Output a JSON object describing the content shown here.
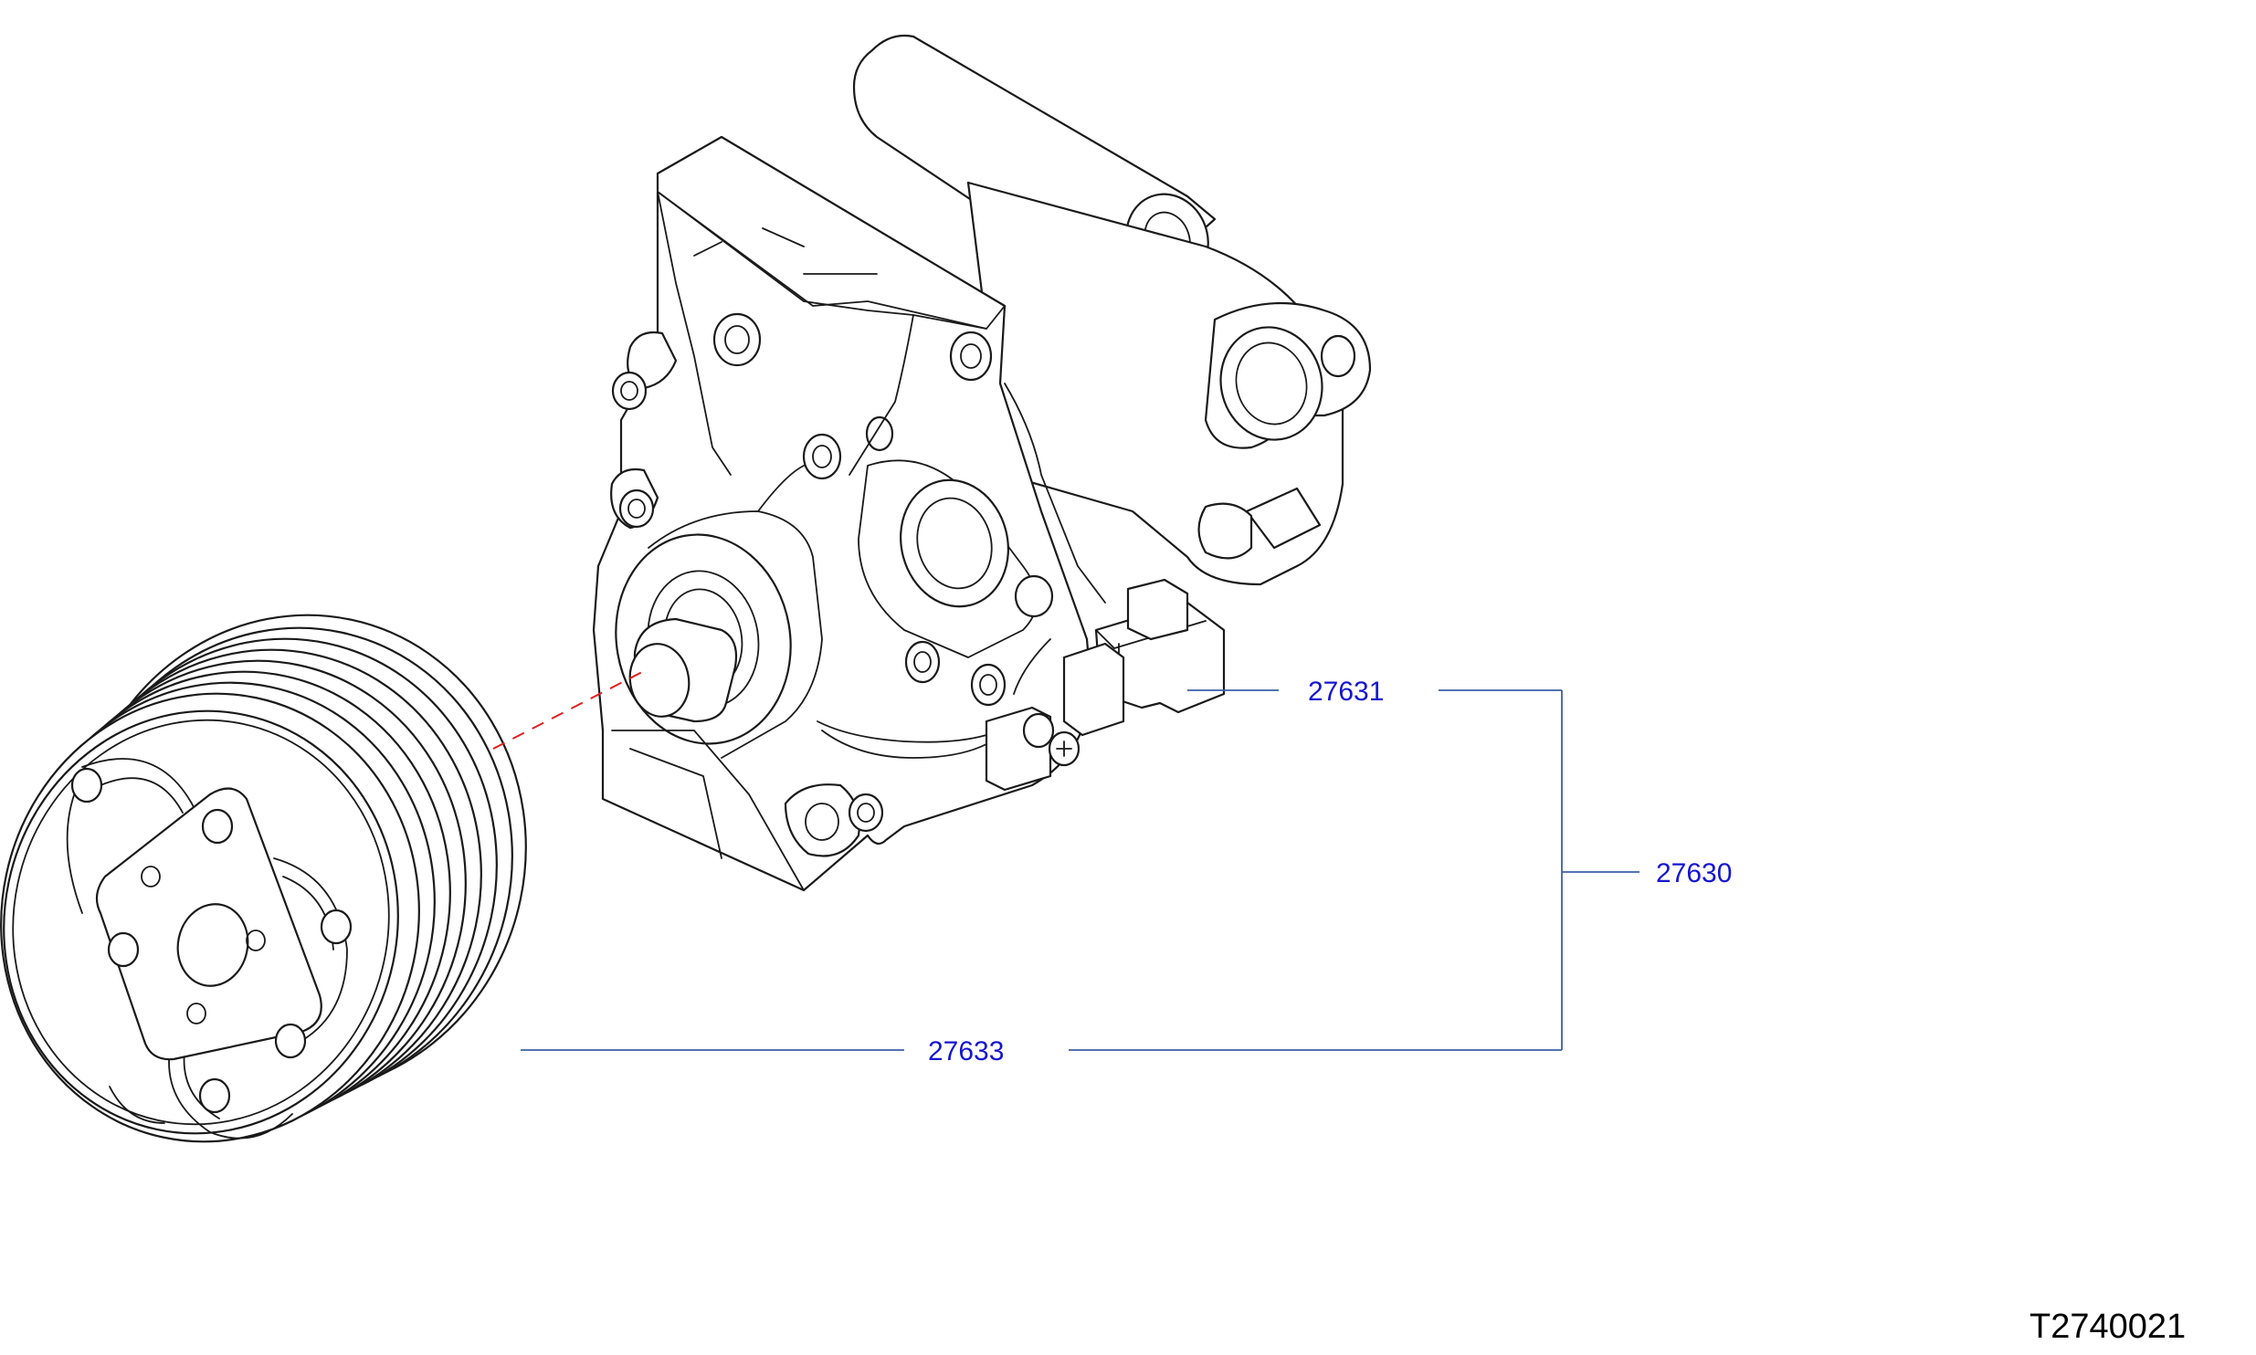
{
  "callouts": {
    "part_27631": "27631",
    "part_27630": "27630",
    "part_27633": "27633"
  },
  "figure_id": "T2740021",
  "colors": {
    "callout_text": "#1515d0",
    "leader_line": "#3b5fa8",
    "axis_dash": "#e02020",
    "line_art": "#1a1a1a"
  },
  "icons": {
    "compressor": "ac-compressor-drawing",
    "clutch": "magnet-clutch-pulley-drawing",
    "connector": "electrical-connector-drawing"
  }
}
